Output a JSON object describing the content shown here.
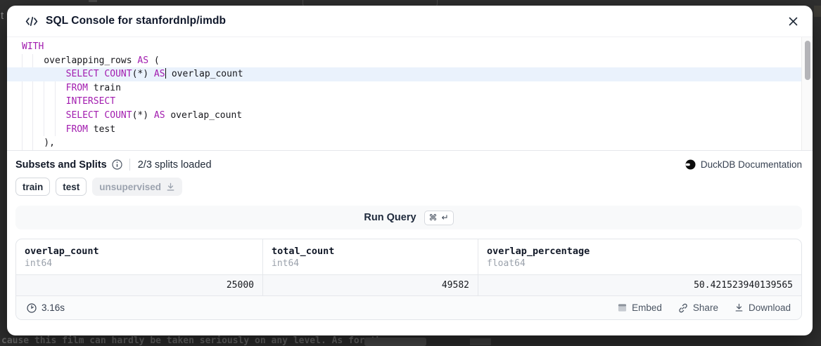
{
  "backdrop": {
    "dimmed_text": "cause this film can hardly be taken seriously on any level. As for the",
    "edge_fragment": "t"
  },
  "window": {
    "title": "SQL Console for stanfordnlp/imdb"
  },
  "editor": {
    "active_line": 2,
    "lines": [
      [
        {
          "t": "WITH",
          "k": 1
        }
      ],
      [
        {
          "t": "    overlapping_rows "
        },
        {
          "t": "AS",
          "k": 1
        },
        {
          "t": " ("
        }
      ],
      [
        {
          "t": "        "
        },
        {
          "t": "SELECT",
          "k": 1
        },
        {
          "t": " "
        },
        {
          "t": "COUNT",
          "k": 1
        },
        {
          "t": "(*) "
        },
        {
          "t": "AS",
          "k": 1
        },
        {
          "cursor": 1
        },
        {
          "t": " overlap_count"
        }
      ],
      [
        {
          "t": "        "
        },
        {
          "t": "FROM",
          "k": 1
        },
        {
          "t": " train"
        }
      ],
      [
        {
          "t": "        "
        },
        {
          "t": "INTERSECT",
          "k": 1
        }
      ],
      [
        {
          "t": "        "
        },
        {
          "t": "SELECT",
          "k": 1
        },
        {
          "t": " "
        },
        {
          "t": "COUNT",
          "k": 1
        },
        {
          "t": "(*) "
        },
        {
          "t": "AS",
          "k": 1
        },
        {
          "t": " overlap_count"
        }
      ],
      [
        {
          "t": "        "
        },
        {
          "t": "FROM",
          "k": 1
        },
        {
          "t": " test"
        }
      ],
      [
        {
          "t": "    ),"
        }
      ]
    ]
  },
  "subsets": {
    "label": "Subsets and Splits",
    "status": "2/3 splits loaded",
    "doc_link": "DuckDB Documentation",
    "splits": [
      {
        "name": "train",
        "loaded": true
      },
      {
        "name": "test",
        "loaded": true
      },
      {
        "name": "unsupervised",
        "loaded": false
      }
    ]
  },
  "run": {
    "label": "Run Query",
    "shortcut_mod": "⌘",
    "shortcut_key": "↵"
  },
  "results": {
    "columns": [
      {
        "name": "overlap_count",
        "type": "int64"
      },
      {
        "name": "total_count",
        "type": "int64"
      },
      {
        "name": "overlap_percentage",
        "type": "float64"
      }
    ],
    "rows": [
      [
        "25000",
        "49582",
        "50.421523940139565"
      ]
    ],
    "elapsed": "3.16s",
    "actions": [
      {
        "label": "Embed",
        "icon": "embed-icon"
      },
      {
        "label": "Share",
        "icon": "link-icon"
      },
      {
        "label": "Download",
        "icon": "download-icon"
      }
    ]
  },
  "colors": {
    "sql_keyword": "#a21caf",
    "active_line_bg": "#eaf2fc",
    "backdrop": "#303030",
    "badge_disabled_text": "#9ca3af",
    "title_text": "#0f172a"
  }
}
